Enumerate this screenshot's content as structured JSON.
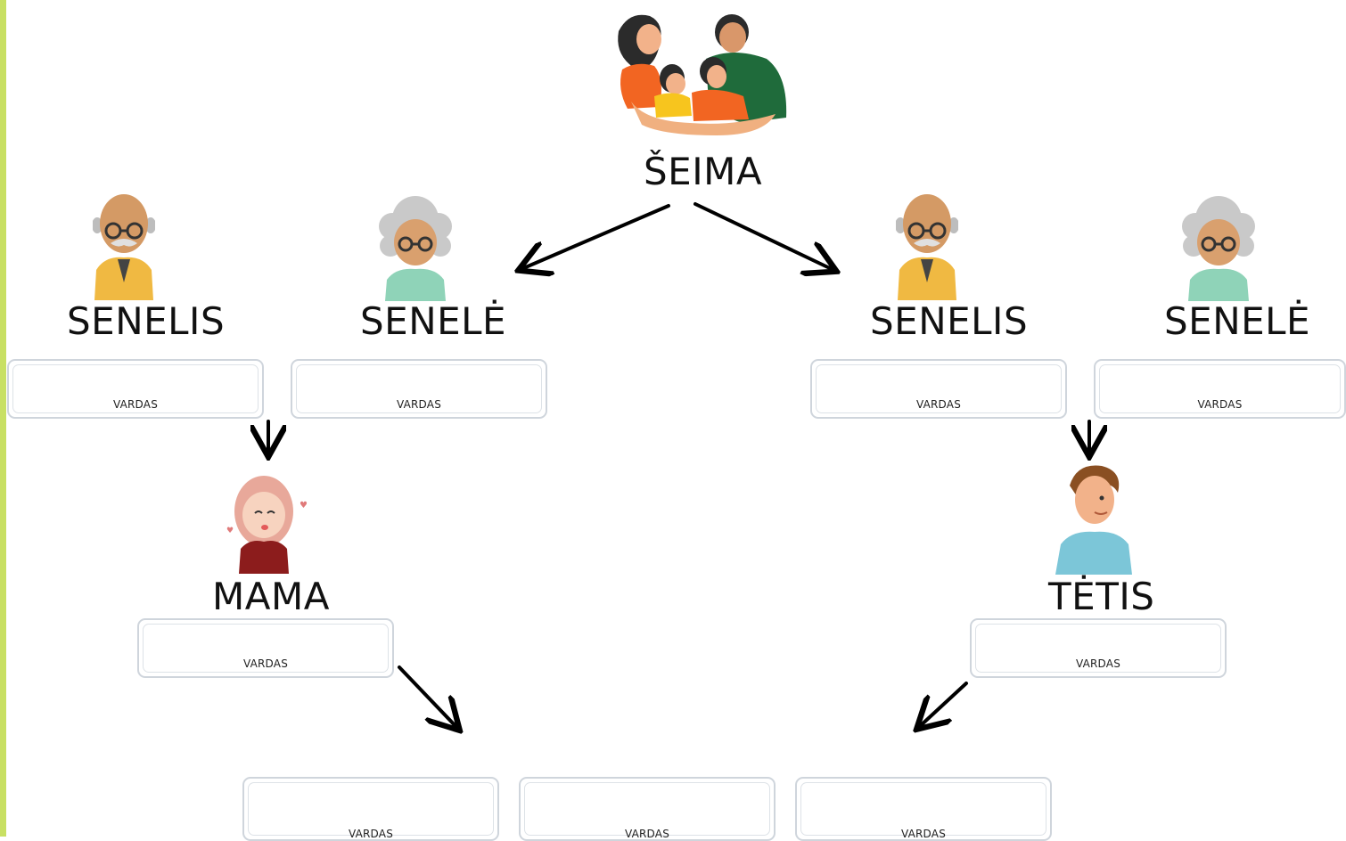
{
  "title": "ŠEIMA",
  "grandparents_left": {
    "grandfather": "SENELIS",
    "grandmother": "SENELĖ"
  },
  "grandparents_right": {
    "grandfather": "SENELIS",
    "grandmother": "SENELĖ"
  },
  "parents": {
    "mother": "MAMA",
    "father": "TĖTIS"
  },
  "name_boxes": {
    "grandfather_left": "VARDAS",
    "grandmother_left": "VARDAS",
    "grandfather_right": "VARDAS",
    "grandmother_right": "VARDAS",
    "mother": "VARDAS",
    "father": "VARDAS",
    "child_1": "VARDAS",
    "child_2": "VARDAS",
    "child_3": "VARDAS"
  },
  "icons": [
    "family-icon",
    "grandfather-icon",
    "grandmother-icon",
    "mother-icon",
    "father-icon"
  ],
  "colors": {
    "accent_bar": "#c8e063",
    "box_border": "#cfd5dc",
    "arrow": "#000000"
  }
}
